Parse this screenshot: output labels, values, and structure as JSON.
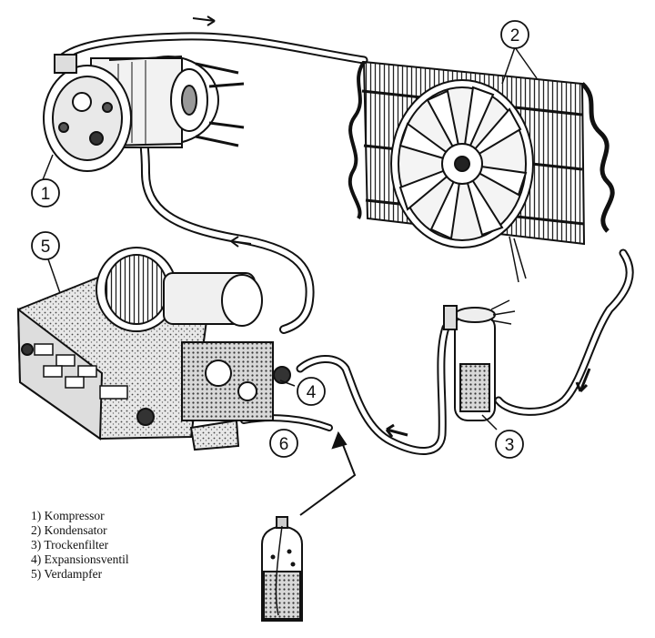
{
  "callouts": [
    {
      "id": "1",
      "label": "1"
    },
    {
      "id": "2",
      "label": "2"
    },
    {
      "id": "3",
      "label": "3"
    },
    {
      "id": "4",
      "label": "4"
    },
    {
      "id": "5",
      "label": "5"
    },
    {
      "id": "6",
      "label": "6"
    }
  ],
  "legend": [
    {
      "text": "1) Kompressor"
    },
    {
      "text": "2) Kondensator"
    },
    {
      "text": "3) Trockenfilter"
    },
    {
      "text": "4) Expansionsventil"
    },
    {
      "text": "5) Verdampfer"
    }
  ]
}
